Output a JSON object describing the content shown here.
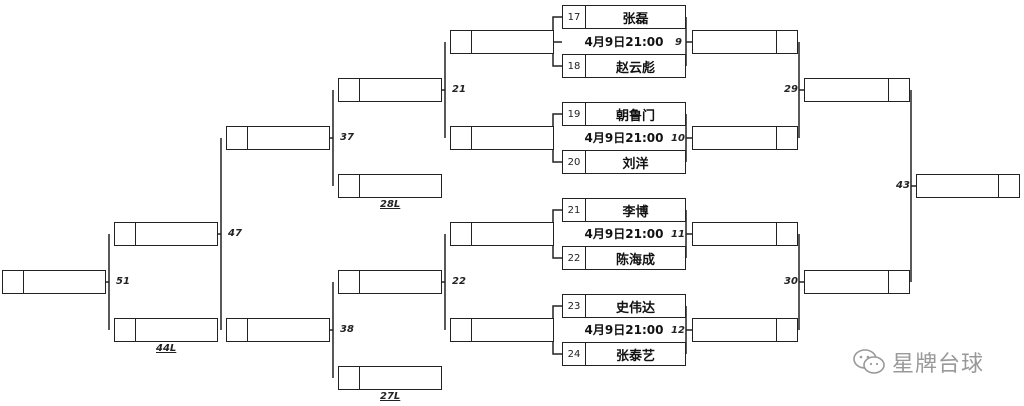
{
  "matches": [
    {
      "players": [
        {
          "seed": "17",
          "name": "张磊"
        },
        {
          "seed": "18",
          "name": "赵云彪"
        }
      ],
      "time": "4月9日21:00",
      "num": "9"
    },
    {
      "players": [
        {
          "seed": "19",
          "name": "朝鲁门"
        },
        {
          "seed": "20",
          "name": "刘洋"
        }
      ],
      "time": "4月9日21:00",
      "num": "10"
    },
    {
      "players": [
        {
          "seed": "21",
          "name": "李博"
        },
        {
          "seed": "22",
          "name": "陈海成"
        }
      ],
      "time": "4月9日21:00",
      "num": "11"
    },
    {
      "players": [
        {
          "seed": "23",
          "name": "史伟达"
        },
        {
          "seed": "24",
          "name": "张泰艺"
        }
      ],
      "time": "4月9日21:00",
      "num": "12"
    }
  ],
  "labels": {
    "m21": "21",
    "m22": "22",
    "m29": "29",
    "m30": "30",
    "m37": "37",
    "m38": "38",
    "m43": "43",
    "m47": "47",
    "m51": "51",
    "l28": "28L",
    "l27": "27L",
    "l44": "44L"
  },
  "watermark": {
    "text": "星牌台球",
    "icon": "wechat-icon"
  }
}
